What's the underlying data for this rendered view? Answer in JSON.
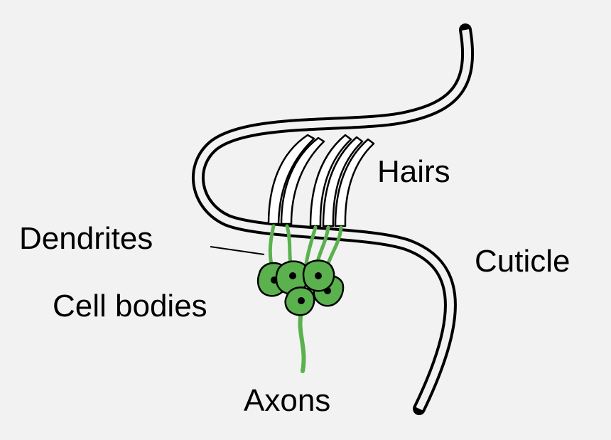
{
  "labels": {
    "hairs": "Hairs",
    "dendrites": "Dendrites",
    "cuticle": "Cuticle",
    "cell_bodies": "Cell bodies",
    "axons": "Axons"
  },
  "colors": {
    "background": "#f2f2f2",
    "cell_fill": "#5ab14e",
    "neuron_stroke": "#5ab14e",
    "outline": "#000000"
  }
}
